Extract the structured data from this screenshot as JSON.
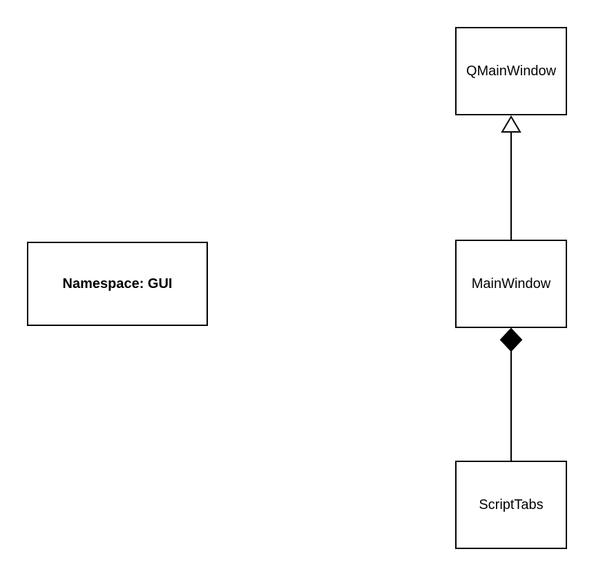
{
  "diagram": {
    "namespace": {
      "label": "Namespace: GUI"
    },
    "classes": {
      "qmainwindow": {
        "label": "QMainWindow"
      },
      "mainwindow": {
        "label": "MainWindow"
      },
      "scripttabs": {
        "label": "ScriptTabs"
      }
    },
    "relations": [
      {
        "type": "inheritance",
        "from": "MainWindow",
        "to": "QMainWindow"
      },
      {
        "type": "composition",
        "from": "ScriptTabs",
        "to": "MainWindow"
      }
    ],
    "colors": {
      "stroke": "#000000",
      "background": "#ffffff"
    }
  }
}
